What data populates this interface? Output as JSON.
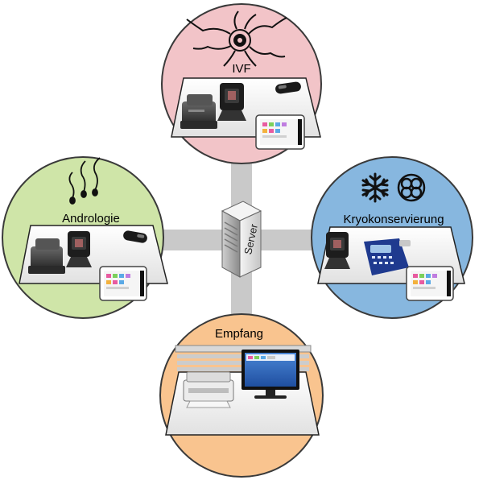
{
  "server": {
    "label": "Server",
    "connector_color": "#c9c9c9"
  },
  "stations": {
    "ivf": {
      "label": "IVF",
      "fill": "#f2c4c8",
      "icons": [
        "sperm-egg-icon"
      ]
    },
    "andrology": {
      "label": "Andrologie",
      "fill": "#cfe5a8",
      "icons": [
        "sperm-icon"
      ]
    },
    "cryo": {
      "label": "Kryokonservierung",
      "fill": "#87b7df",
      "icons": [
        "snowflake-icon",
        "cryo-straw-icon"
      ]
    },
    "reception": {
      "label": "Empfang",
      "fill": "#f9c48f",
      "icons": []
    }
  },
  "colors": {
    "circle_stroke": "#3a3a3a",
    "desk": "#f2f2f2"
  }
}
